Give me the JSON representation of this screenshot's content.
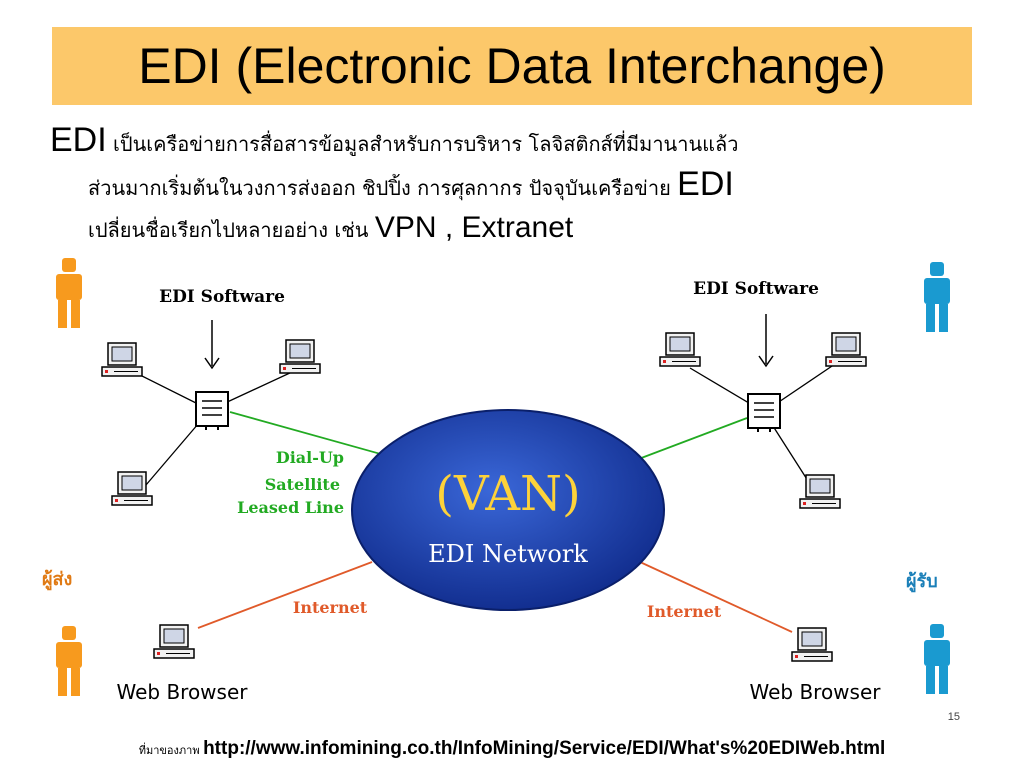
{
  "slide": {
    "title": "EDI (Electronic Data Interchange)"
  },
  "intro": {
    "line1_lead": "EDI",
    "line1_text": " เป็นเครือข่ายการสื่อสารข้อมูลสำหรับการบริหาร โลจิสติกส์ที่มีมานานแล้ว",
    "line2_text": "ส่วนมากเริ่มต้นในวงการส่งออก ชิปปิ้ง การศุลกากร  ปัจจุบันเครือข่าย ",
    "line2_tail": "EDI",
    "line3_text": "เปลี่ยนชื่อเรียกไปหลายอย่าง เช่น ",
    "line3_tail": "VPN , Extranet"
  },
  "diagram": {
    "left_software_label": "EDI Software",
    "right_software_label": "EDI Software",
    "van_title": "(VAN)",
    "van_subtitle": "EDI Network",
    "connection_labels": [
      "Dial-Up",
      "Satellite",
      "Leased Line"
    ],
    "left_internet_label": "Internet",
    "right_internet_label": "Internet",
    "left_browser_label": "Web Browser",
    "right_browser_label": "Web Browser",
    "sender_label": "ผู้ส่ง",
    "receiver_label": "ผู้รับ",
    "slide_number": "15",
    "colors": {
      "title_bg": "#fcc86a",
      "van_blue": "#1b3fae",
      "green_link": "#22aa22",
      "red_link": "#e05a2a",
      "sender_orange": "#f79a1e",
      "receiver_blue": "#1a9ad0"
    }
  },
  "source": {
    "prefix": "ที่มาของภาพ ",
    "url": "http://www.infomining.co.th/InfoMining/Service/EDI/What's%20EDIWeb.html"
  }
}
